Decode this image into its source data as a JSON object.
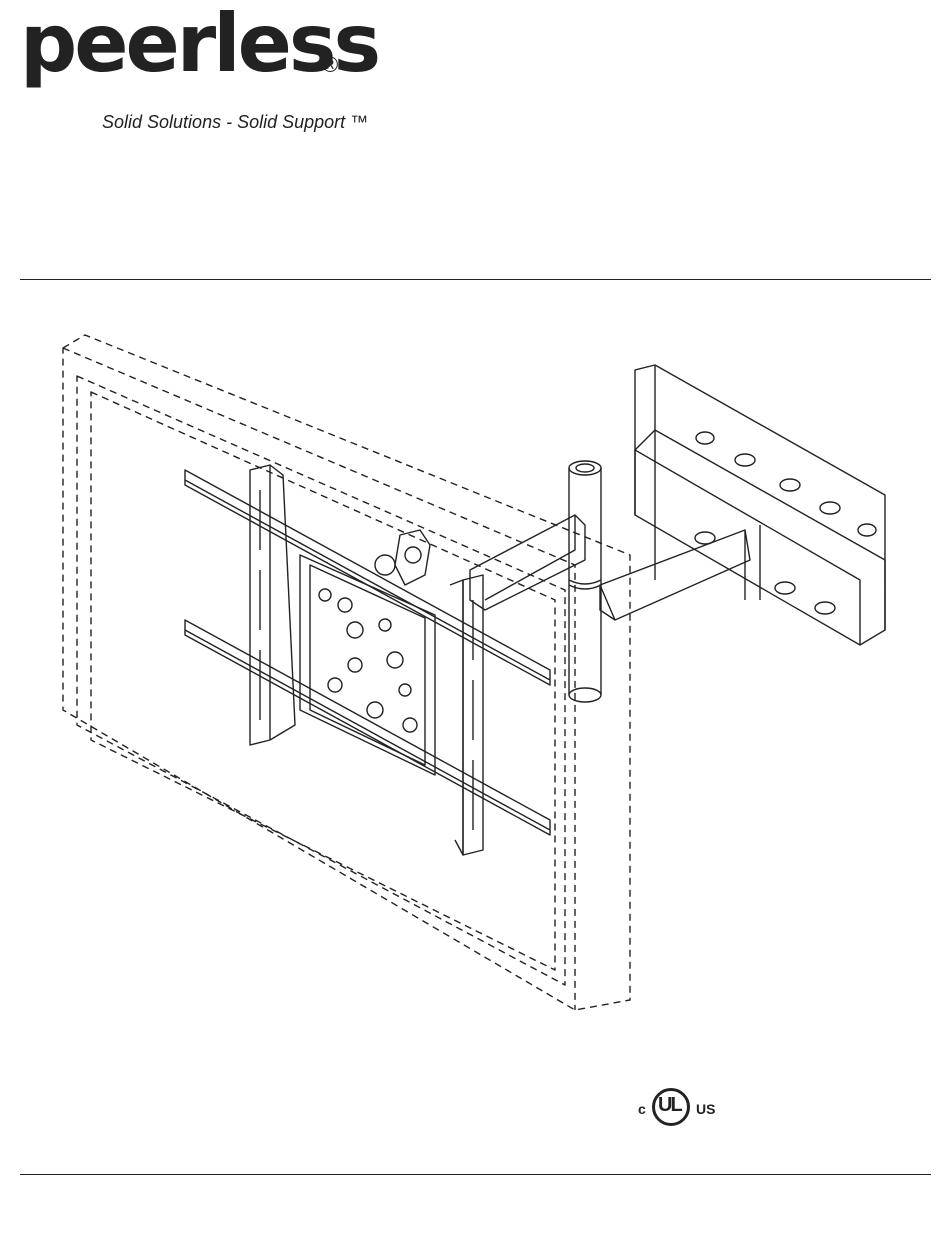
{
  "header": {
    "brand": "peerless",
    "registered": "®",
    "tagline": "Solid Solutions - Solid Support ™"
  },
  "certification": {
    "c": "c",
    "ul": "UL",
    "us": "US"
  },
  "colors": {
    "ink": "#222222",
    "background": "#ffffff"
  }
}
